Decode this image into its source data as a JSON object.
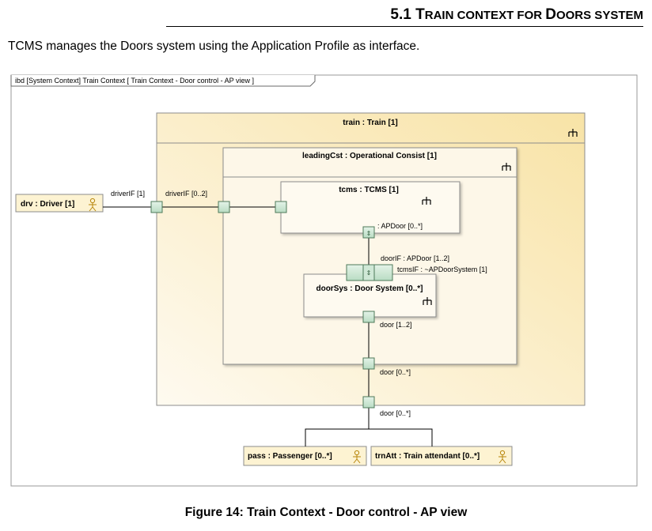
{
  "heading": {
    "number": "5.1",
    "title_parts": [
      {
        "text": "T",
        "small_caps": false
      },
      {
        "text": "rain context for ",
        "small_caps": true
      },
      {
        "text": "D",
        "small_caps": false
      },
      {
        "text": "oors system",
        "small_caps": true
      }
    ]
  },
  "intro": "TCMS manages the Doors system using the Application Profile as interface.",
  "diagram": {
    "frame_label": "ibd [System Context] Train Context [ Train Context - Door control - AP view ]",
    "blocks": {
      "train": "train : Train [1]",
      "leading": "leadingCst : Operational Consist [1]",
      "tcms": "tcms : TCMS [1]",
      "doorsys": "doorSys : Door System [0..*]",
      "driver": "drv : Driver [1]",
      "passenger": "pass : Passenger [0..*]",
      "attendant": "trnAtt : Train attendant [0..*]"
    },
    "ports": {
      "driver_if": "driverIF [1]",
      "driver_if_range": "driverIF [0..2]",
      "ap_door": ": APDoor [0..*]",
      "door_if": "doorIF : APDoor [1..2]",
      "tcms_if": "tcmsIF : ~APDoorSystem [1]",
      "door_1_2": "door [1..2]",
      "door_0_n_a": "door [0..*]",
      "door_0_n_b": "door [0..*]"
    },
    "icons": {
      "composite": "composite-structure-icon",
      "actor": "actor-icon"
    },
    "colors": {
      "block_fill_light": "#fdf6e0",
      "block_fill_dark": "#f8e3a6",
      "block_border": "#8c8c8c",
      "port_fill": "#cfe8d6",
      "port_border": "#4e7a5a"
    }
  },
  "caption": "Figure 14: Train Context - Door control - AP view"
}
